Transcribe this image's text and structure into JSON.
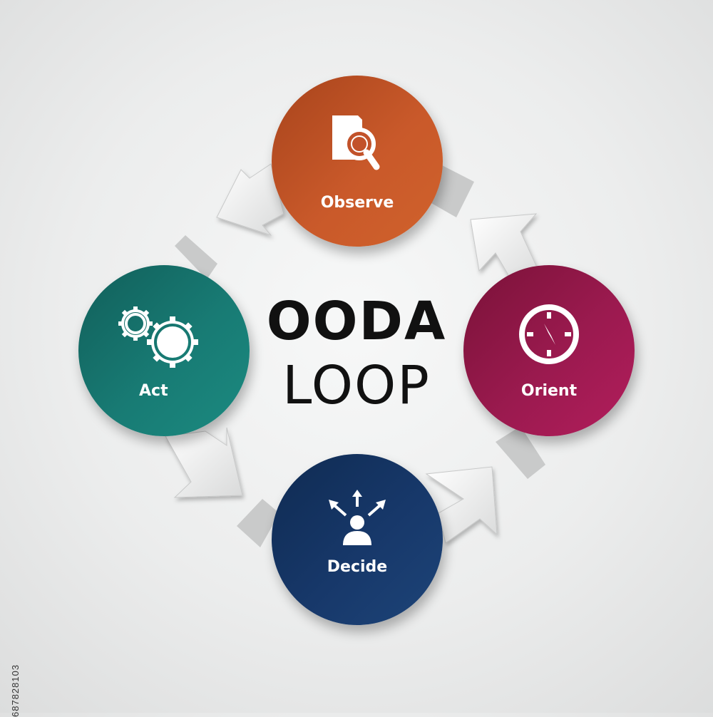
{
  "title": {
    "line1": "OODA",
    "line2": "LOOP"
  },
  "nodes": {
    "observe": {
      "label": "Observe",
      "icon": "document-search-icon",
      "color": "#c2522a"
    },
    "orient": {
      "label": "Orient",
      "icon": "compass-icon",
      "color": "#9b1a4f"
    },
    "decide": {
      "label": "Decide",
      "icon": "decision-person-icon",
      "color": "#17386a"
    },
    "act": {
      "label": "Act",
      "icon": "gears-icon",
      "color": "#187b74"
    }
  },
  "side_text": "687828103"
}
